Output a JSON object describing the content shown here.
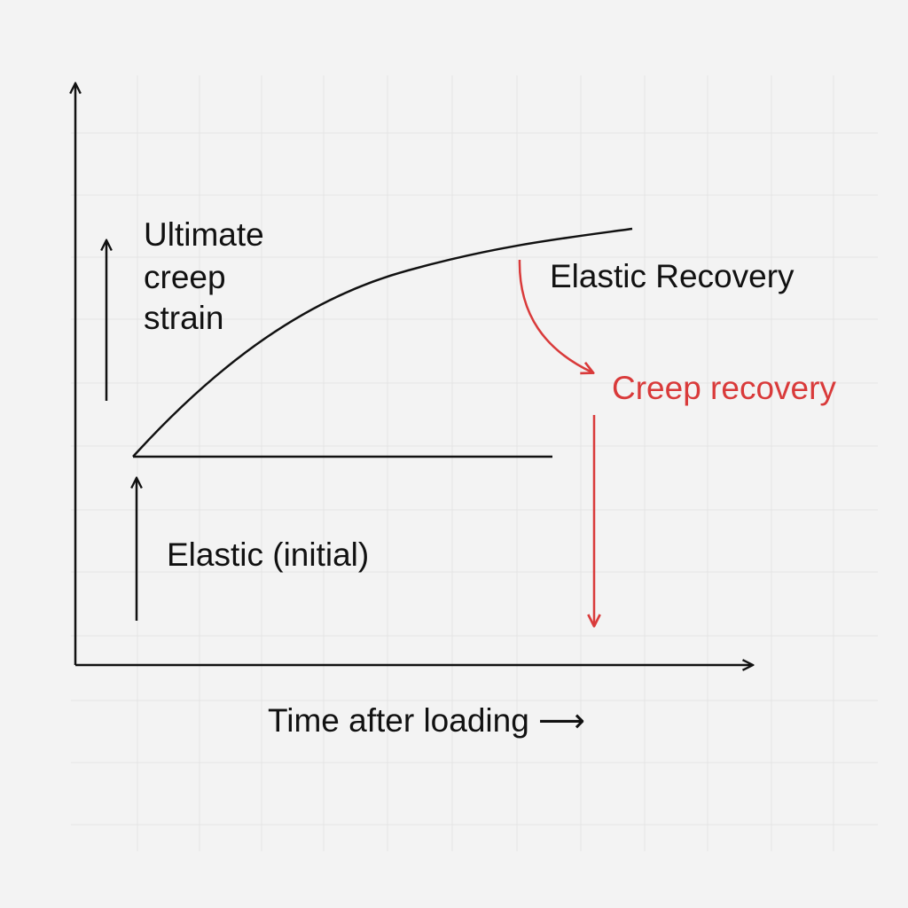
{
  "labels": {
    "ultimate_line1": "Ultimate",
    "ultimate_line2": "creep",
    "ultimate_line3": "strain",
    "elastic_recovery": "Elastic Recovery",
    "creep_recovery": "Creep recovery",
    "elastic_initial": "Elastic (initial)",
    "time_axis": "Time after loading ⟶"
  },
  "colors": {
    "ink": "#111111",
    "accent": "#d93a3a",
    "grid": "#e4e4e4",
    "background": "#f3f3f3"
  }
}
